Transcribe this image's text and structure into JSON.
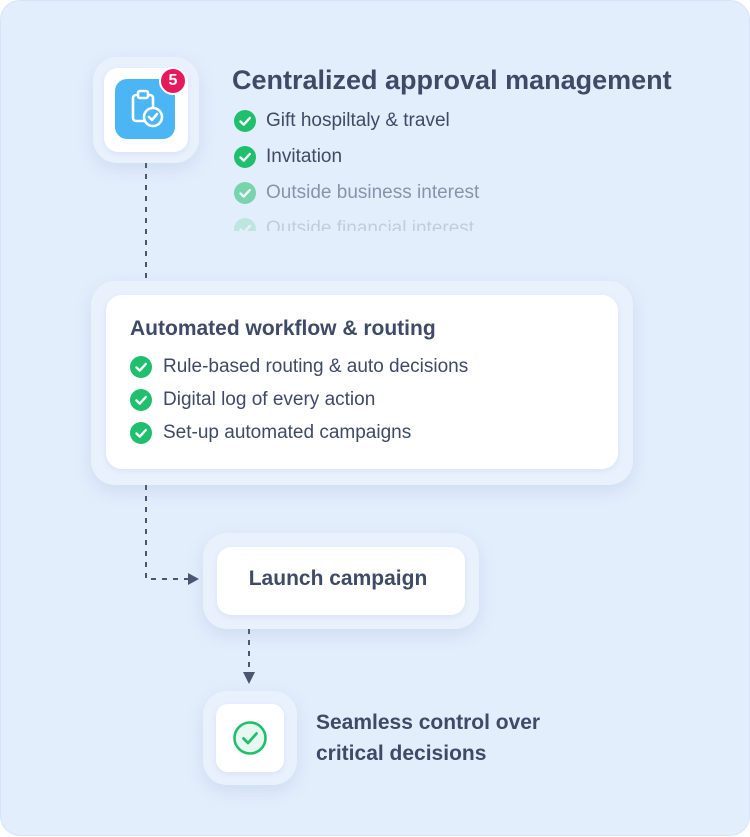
{
  "app_icon": {
    "icon": "clipboard-check-icon",
    "badge_count": "5",
    "badge_color": "#e5195b",
    "tile_color": "#4cb6f5"
  },
  "approval": {
    "title": "Centralized approval management",
    "items": [
      {
        "label": "Gift hospiltaly & travel"
      },
      {
        "label": "Invitation"
      },
      {
        "label": "Outside business interest"
      },
      {
        "label": "Outside financial interest"
      }
    ]
  },
  "workflow": {
    "title": "Automated workflow & routing",
    "items": [
      {
        "label": "Rule-based routing & auto decisions"
      },
      {
        "label": "Digital log of every action"
      },
      {
        "label": "Set-up automated campaigns"
      }
    ]
  },
  "launch": {
    "label": "Launch campaign"
  },
  "result": {
    "icon": "check-circle-icon",
    "line1": "Seamless control over",
    "line2": "critical decisions"
  },
  "colors": {
    "check_green": "#1fbf6e",
    "text": "#3e4a66",
    "background": "#e3eefc",
    "connector": "#4a5570"
  }
}
